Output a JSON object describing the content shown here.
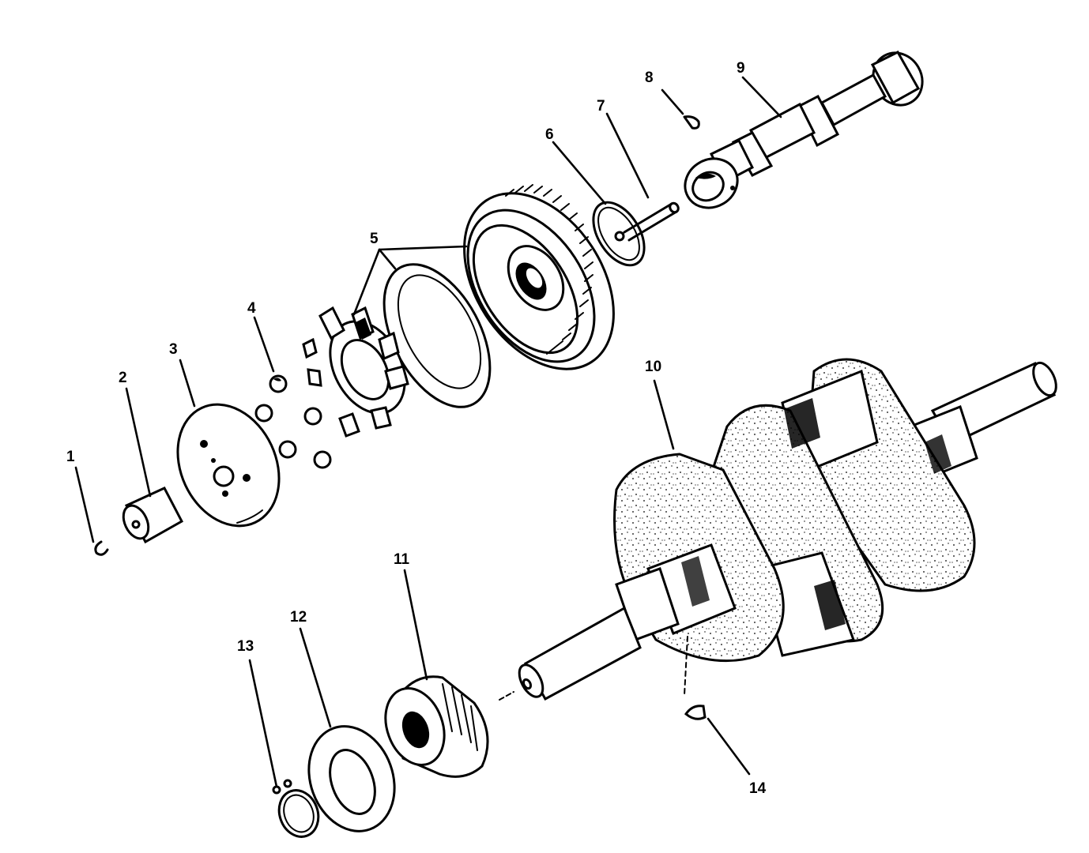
{
  "colors": {
    "ink": "#000000",
    "paper": "#ffffff"
  },
  "parts": [
    {
      "id": "part-1",
      "callout": "1",
      "kind": "snap-ring-clip"
    },
    {
      "id": "part-2",
      "callout": "2",
      "kind": "governor-spool"
    },
    {
      "id": "part-3",
      "callout": "3",
      "kind": "thrust-plate"
    },
    {
      "id": "part-4",
      "callout": "4",
      "kind": "governor-balls"
    },
    {
      "id": "part-5",
      "callout": "5",
      "kind": "governor-gear-assembly"
    },
    {
      "id": "part-6",
      "callout": "6",
      "kind": "thrust-washer"
    },
    {
      "id": "part-7",
      "callout": "7",
      "kind": "gear-shaft-pin"
    },
    {
      "id": "part-8",
      "callout": "8",
      "kind": "woodruff-key"
    },
    {
      "id": "part-9",
      "callout": "9",
      "kind": "camshaft"
    },
    {
      "id": "part-10",
      "callout": "10",
      "kind": "crankshaft"
    },
    {
      "id": "part-11",
      "callout": "11",
      "kind": "crankshaft-gear"
    },
    {
      "id": "part-12",
      "callout": "12",
      "kind": "washer"
    },
    {
      "id": "part-13",
      "callout": "13",
      "kind": "retaining-ring"
    },
    {
      "id": "part-14",
      "callout": "14",
      "kind": "woodruff-key"
    }
  ]
}
